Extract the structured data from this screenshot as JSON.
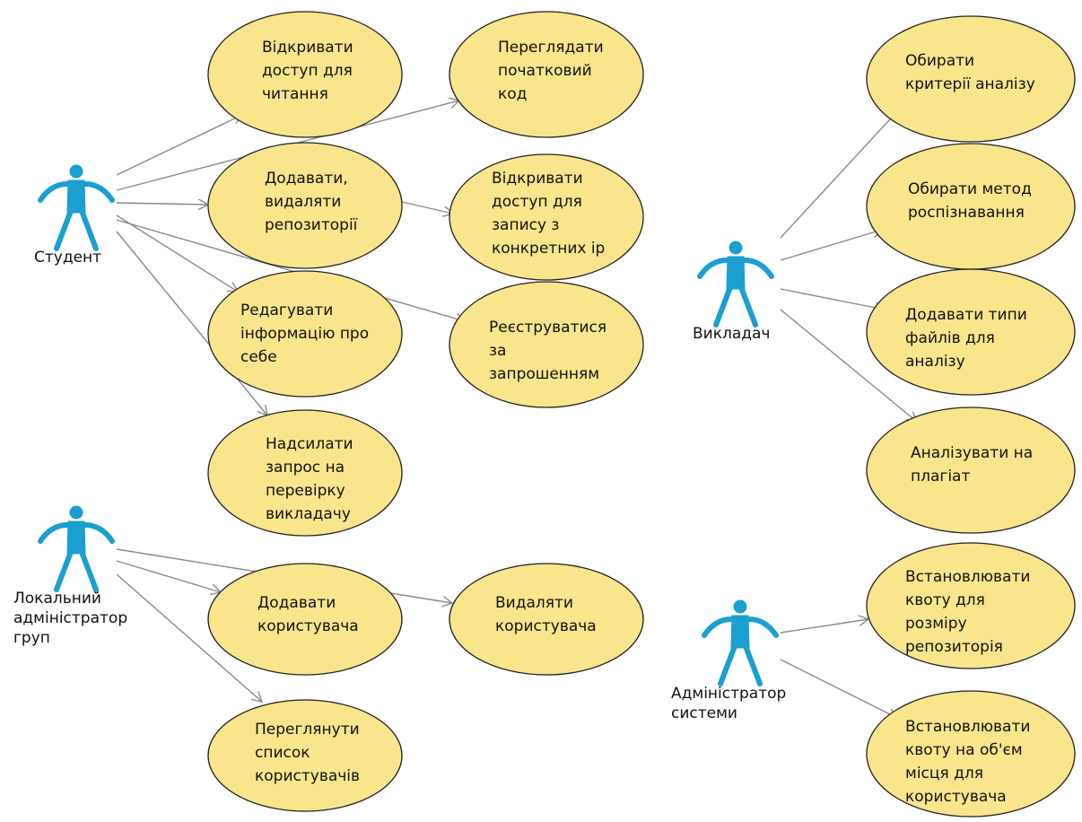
{
  "colors": {
    "usecase_fill": "#f8e58c",
    "usecase_stroke": "#222222",
    "actor": "#1a9fd0",
    "association": "#8a8a8a"
  },
  "actors": {
    "student": {
      "lines": [
        "Студент"
      ]
    },
    "teacher": {
      "lines": [
        "Викладач"
      ]
    },
    "localadmin": {
      "lines": [
        "Локальний",
        "адміністратор",
        "груп"
      ]
    },
    "sysadmin": {
      "lines": [
        "Адміністратор",
        "системи"
      ]
    }
  },
  "usecases": {
    "open_read_access": {
      "lines": [
        "Відкривати",
        "доступ для",
        "читання"
      ]
    },
    "view_source_code": {
      "lines": [
        "Переглядати",
        "початковий",
        "код"
      ]
    },
    "add_remove_repos": {
      "lines": [
        "Додавати,",
        "видаляти",
        "репозиторії"
      ]
    },
    "open_write_access": {
      "lines": [
        "Відкривати",
        "доступ для",
        "запису з",
        "конкретних ip"
      ]
    },
    "edit_self_info": {
      "lines": [
        "Редагувати",
        "інформацію про",
        "себе"
      ]
    },
    "register_by_invite": {
      "lines": [
        "Реєструватися",
        "за",
        "запрошенням"
      ]
    },
    "send_check_request": {
      "lines": [
        "Надсилати",
        "запрос на",
        "перевірку",
        "викладачу"
      ]
    },
    "add_user": {
      "lines": [
        "Додавати",
        "користувача"
      ]
    },
    "remove_user": {
      "lines": [
        "Видаляти",
        "користувача"
      ]
    },
    "view_user_list": {
      "lines": [
        "Переглянути",
        "список",
        "користувачів"
      ]
    },
    "choose_criteria": {
      "lines": [
        "Обирати",
        "критерії аналізу"
      ]
    },
    "choose_method": {
      "lines": [
        "Обирати метод",
        "роспізнавання"
      ]
    },
    "add_file_types": {
      "lines": [
        "Додавати типи",
        "файлів для",
        "аналізу"
      ]
    },
    "analyze_plagiarism": {
      "lines": [
        "Аналізувати на",
        "плагіат"
      ]
    },
    "set_repo_quota": {
      "lines": [
        "Встановлювати",
        "квоту для",
        "розміру",
        "репозиторія"
      ]
    },
    "set_user_quota": {
      "lines": [
        "Встановлювати",
        "квоту на об'єм",
        "місця для",
        "користувача"
      ]
    }
  },
  "associations": [
    [
      "student",
      "open_read_access"
    ],
    [
      "student",
      "view_source_code"
    ],
    [
      "student",
      "add_remove_repos"
    ],
    [
      "student",
      "edit_self_info"
    ],
    [
      "student",
      "register_by_invite"
    ],
    [
      "student",
      "send_check_request"
    ],
    [
      "add_remove_repos",
      "open_write_access"
    ],
    [
      "localadmin",
      "add_user"
    ],
    [
      "localadmin",
      "remove_user"
    ],
    [
      "localadmin",
      "view_user_list"
    ],
    [
      "teacher",
      "choose_criteria"
    ],
    [
      "teacher",
      "choose_method"
    ],
    [
      "teacher",
      "add_file_types"
    ],
    [
      "teacher",
      "analyze_plagiarism"
    ],
    [
      "sysadmin",
      "set_repo_quota"
    ],
    [
      "sysadmin",
      "set_user_quota"
    ]
  ]
}
